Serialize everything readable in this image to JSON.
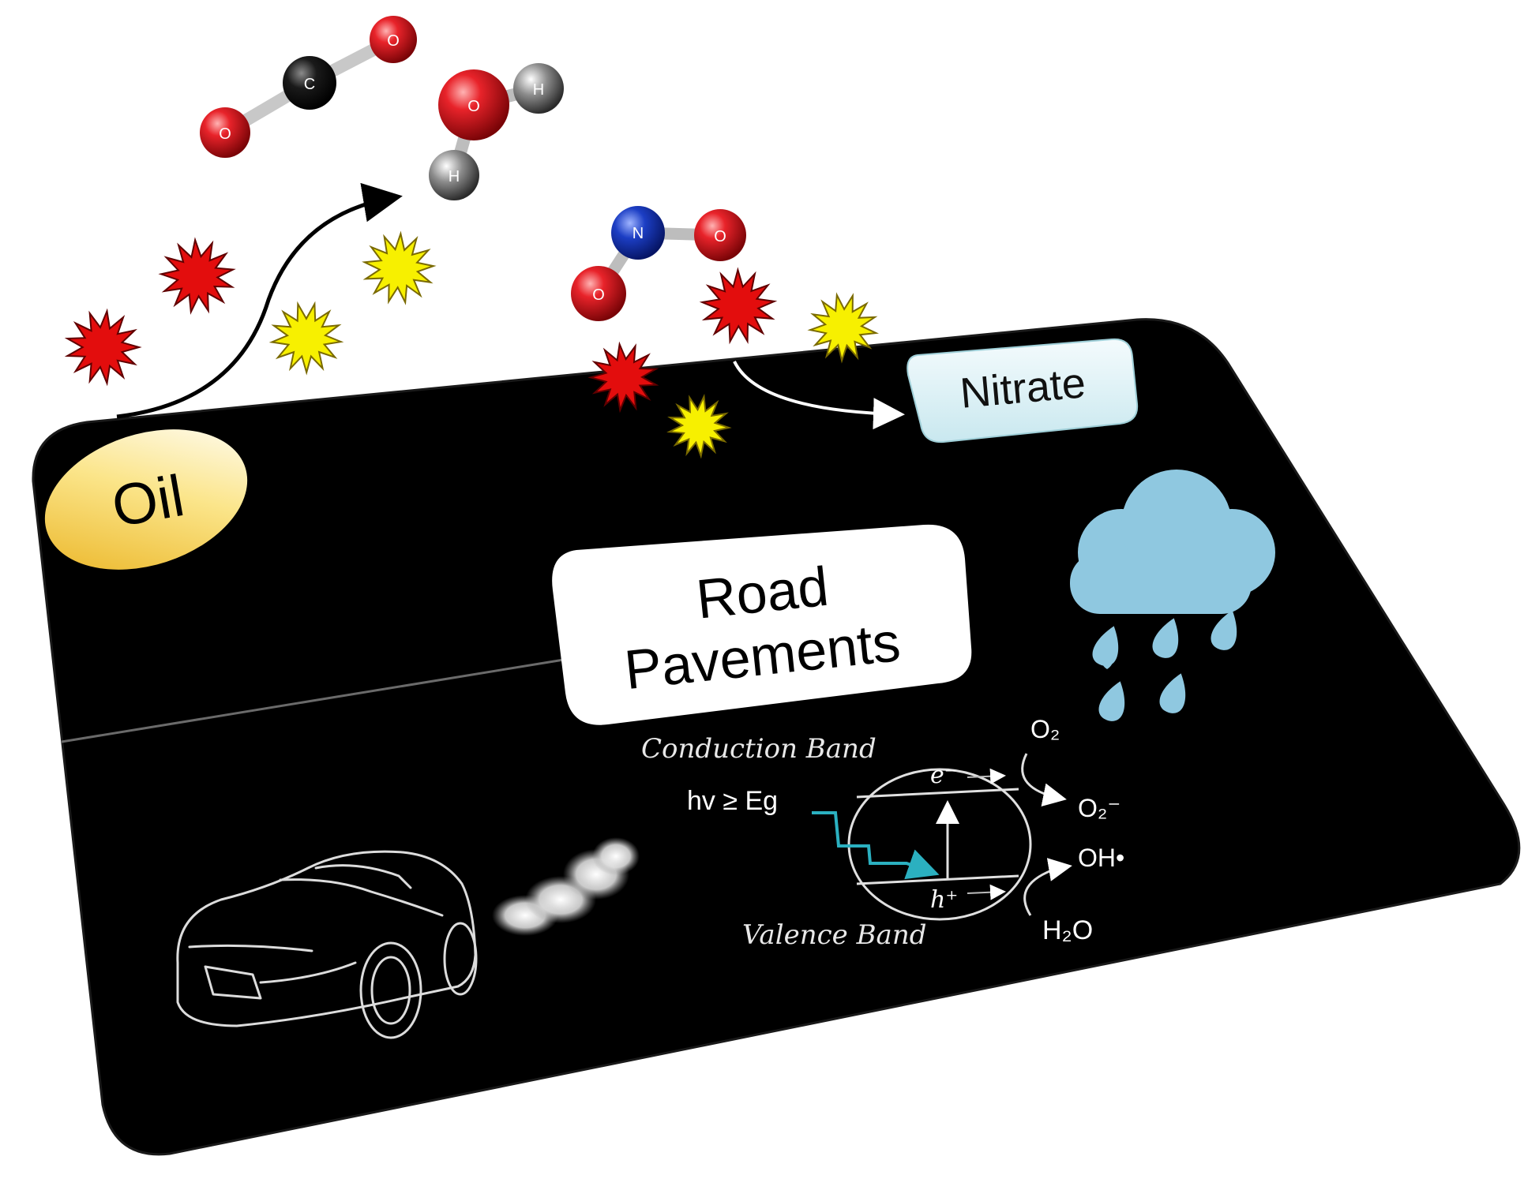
{
  "labels": {
    "oil": "Oil",
    "nitrate": "Nitrate",
    "road_line1": "Road",
    "road_line2": "Pavements",
    "conduction_band": "Conduction Band",
    "valence_band": "Valence Band",
    "photon_energy": "hv ≥ Eg",
    "electron": "e⁻",
    "hole": "h⁺",
    "o2": "O₂",
    "o2_radical": "O₂⁻",
    "oh_radical": "OH•",
    "h2o": "H₂O"
  },
  "molecules": {
    "co2": {
      "atoms": [
        "O",
        "C",
        "O"
      ]
    },
    "h2o": {
      "atoms": [
        "O",
        "H",
        "H"
      ]
    },
    "no2": {
      "atoms": [
        "N",
        "O",
        "O"
      ]
    }
  },
  "colors": {
    "pavement": "#000000",
    "oxygen": "#d8151d",
    "carbon": "#111111",
    "hydrogen": "#5a5a5a",
    "nitrogen": "#1030b0",
    "burst_red": "#e30d0d",
    "burst_yellow": "#f7f000",
    "rain_cloud": "#8fc8e0",
    "nitrate_box": "#dff1f4",
    "photon_arrow": "#2bb0c0",
    "oil_gold": "#f2c43a"
  },
  "icons": [
    "car-outline-icon",
    "exhaust-smoke-icon",
    "rain-cloud-icon",
    "starburst-icon"
  ]
}
